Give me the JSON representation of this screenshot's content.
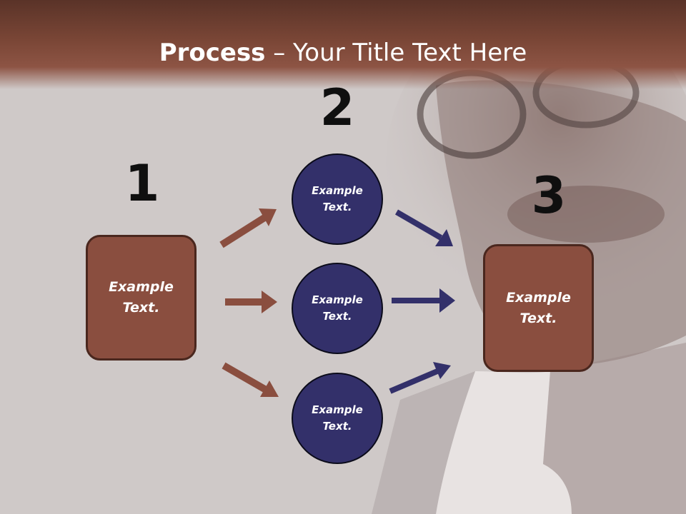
{
  "title": {
    "bold": "Process",
    "rest": " – Your Title Text Here"
  },
  "steps": [
    "1",
    "2",
    "3"
  ],
  "left_box": {
    "text": "Example Text."
  },
  "right_box": {
    "text": "Example Text."
  },
  "circles": [
    {
      "text": "Example Text."
    },
    {
      "text": "Example Text."
    },
    {
      "text": "Example Text."
    }
  ],
  "colors": {
    "brown": "#8a4e3f",
    "navy": "#33306a",
    "title_band": "#7a4636"
  }
}
